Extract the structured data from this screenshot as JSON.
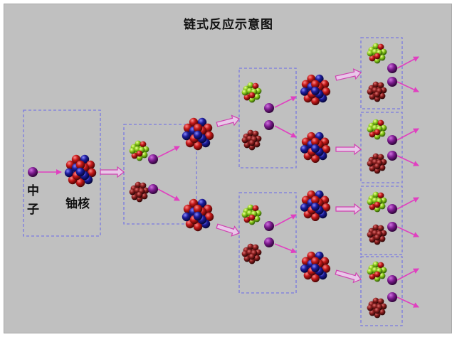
{
  "title": "链式反应示意图",
  "labels": {
    "neutron_line1": "中",
    "neutron_line2": "子",
    "nucleus": "铀核"
  },
  "colors": {
    "background": "#c0c0c0",
    "neutron": "#7a1a8c",
    "arrow": "#e040c0",
    "box_border": "#7a7ae0",
    "uranium_core": "#1c1c9a",
    "uranium_surface": "#b01818",
    "fragment_light": "#9ed02a",
    "fragment_dark": "#8a1e1e"
  }
}
